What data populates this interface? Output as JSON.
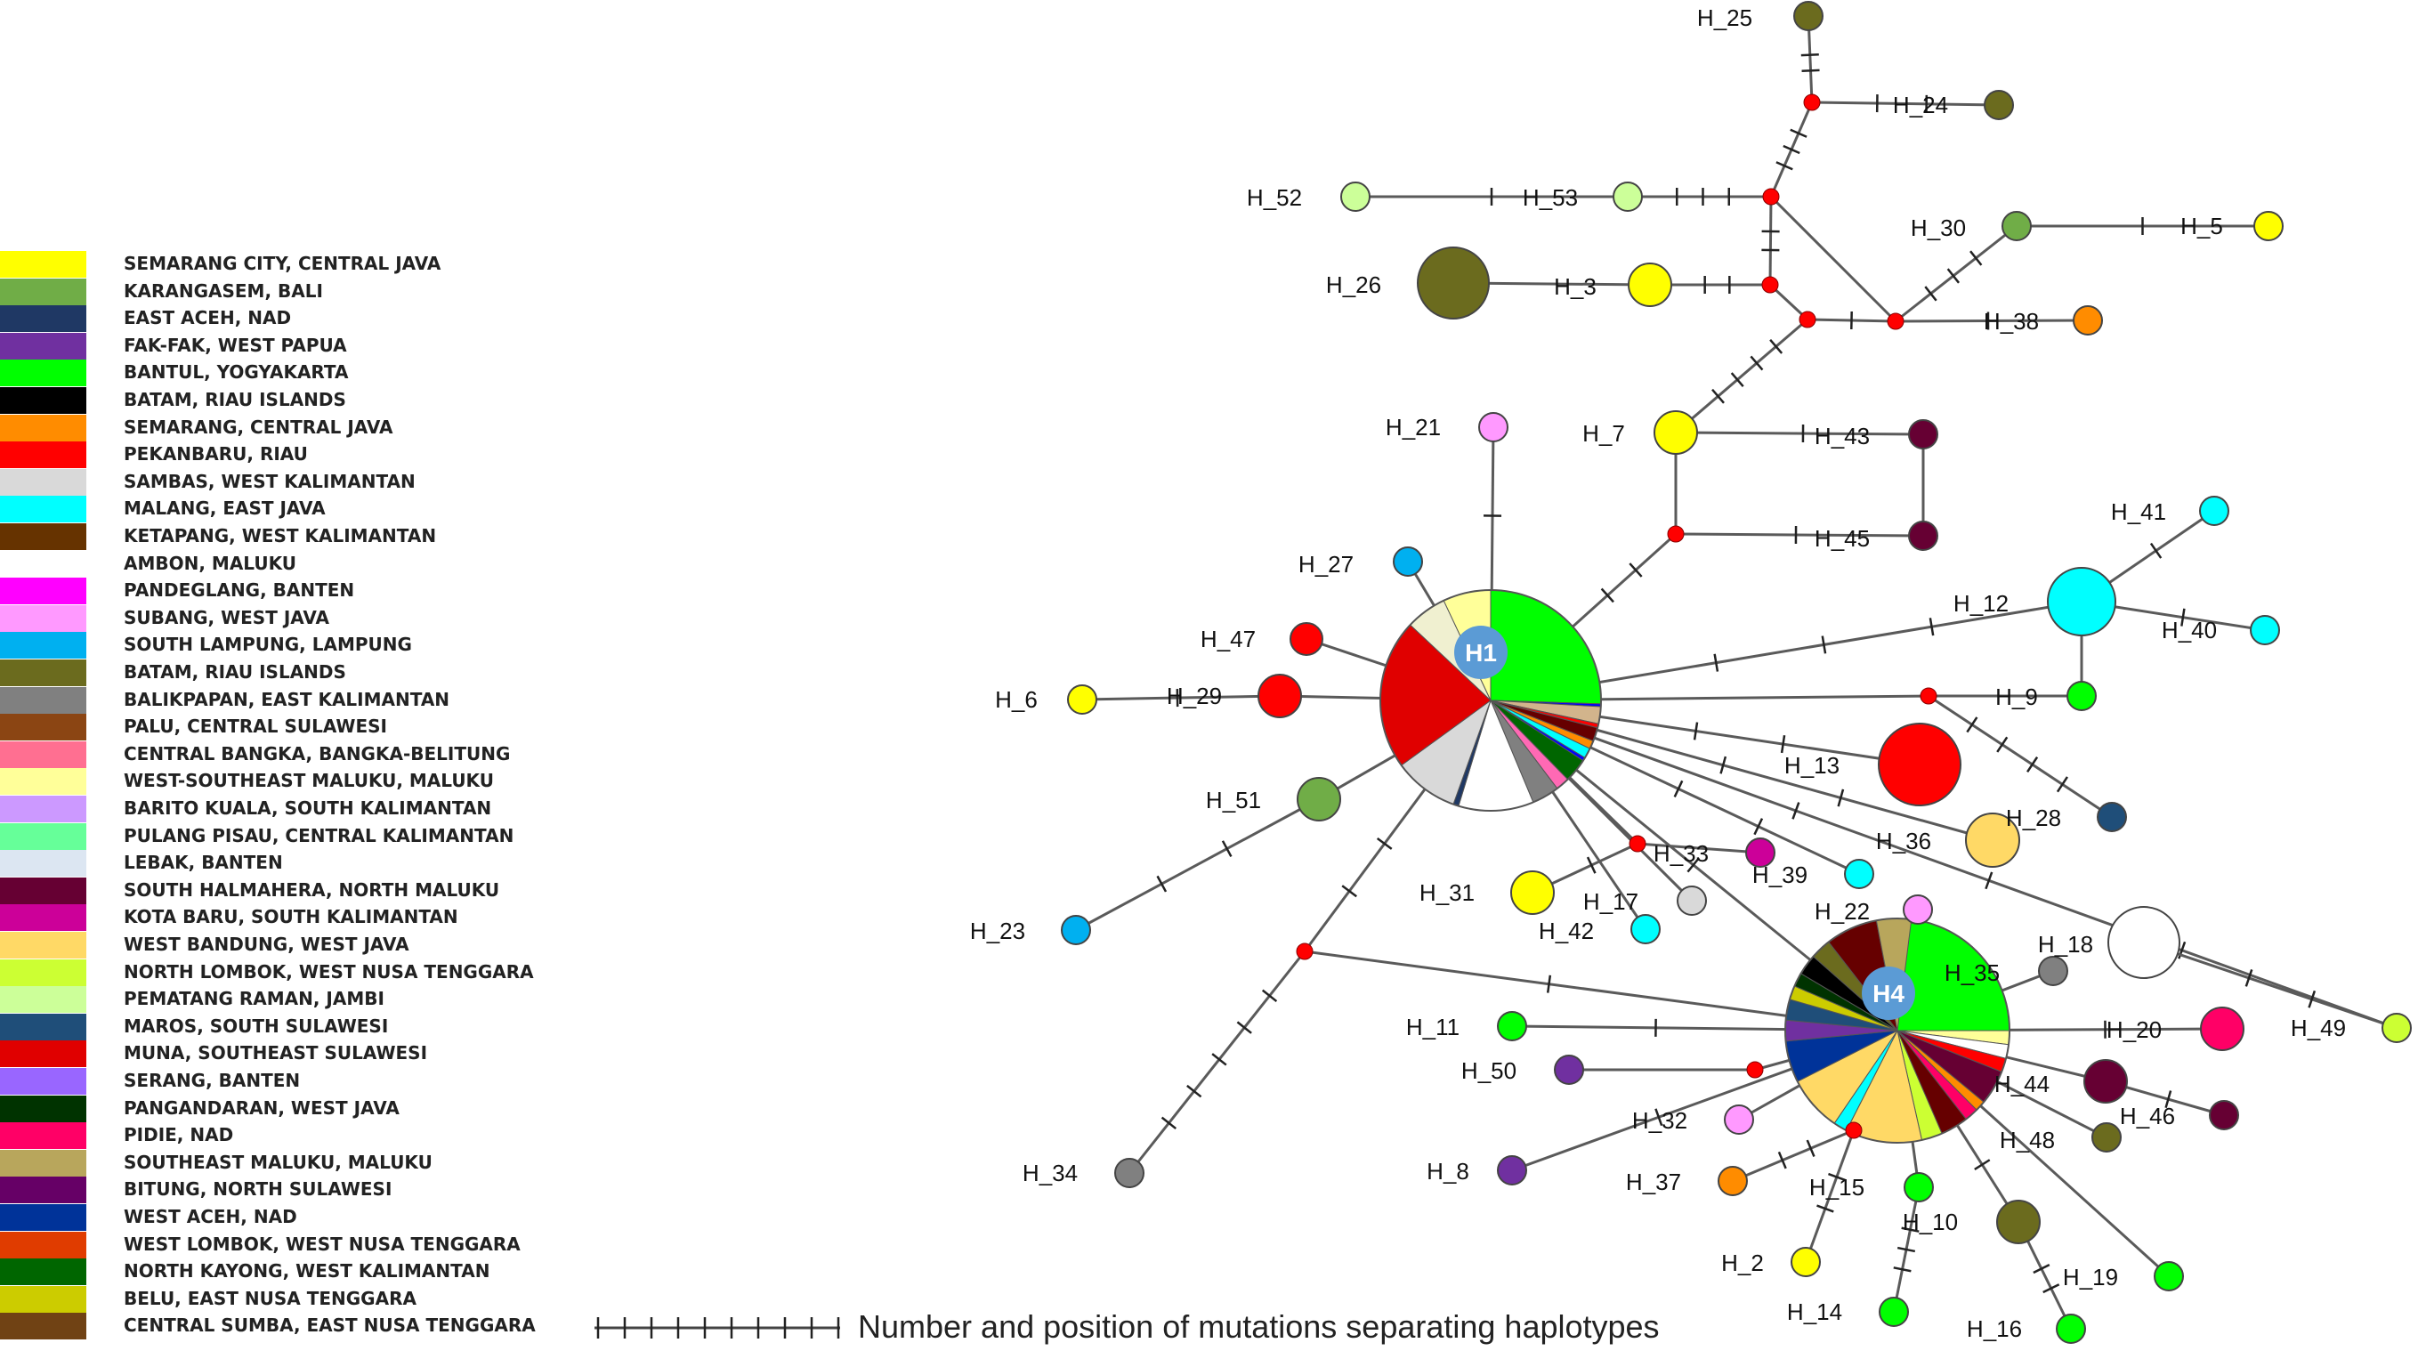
{
  "legend": [
    {
      "label": "SEMARANG CITY, CENTRAL JAVA",
      "color": "#ffff00"
    },
    {
      "label": "KARANGASEM, BALI",
      "color": "#70ad47"
    },
    {
      "label": "EAST ACEH, NAD",
      "color": "#1f3864"
    },
    {
      "label": "FAK-FAK, WEST PAPUA",
      "color": "#7030a0"
    },
    {
      "label": "BANTUL, YOGYAKARTA",
      "color": "#00ff00"
    },
    {
      "label": "BATAM, RIAU ISLANDS",
      "color": "#000000"
    },
    {
      "label": "SEMARANG, CENTRAL JAVA",
      "color": "#ff8c00"
    },
    {
      "label": "PEKANBARU, RIAU",
      "color": "#ff0000"
    },
    {
      "label": "SAMBAS, WEST KALIMANTAN",
      "color": "#d9d9d9"
    },
    {
      "label": "MALANG, EAST JAVA",
      "color": "#00ffff"
    },
    {
      "label": "KETAPANG, WEST KALIMANTAN",
      "color": "#663300"
    },
    {
      "label": "AMBON, MALUKU",
      "color": "#ffffff"
    },
    {
      "label": "PANDEGLANG, BANTEN",
      "color": "#ff00ff"
    },
    {
      "label": "SUBANG, WEST JAVA",
      "color": "#ff99ff"
    },
    {
      "label": "SOUTH LAMPUNG, LAMPUNG",
      "color": "#00b0f0"
    },
    {
      "label": "BATAM, RIAU ISLANDS",
      "color": "#6b6b1e"
    },
    {
      "label": "BALIKPAPAN, EAST KALIMANTAN",
      "color": "#808080"
    },
    {
      "label": "PALU, CENTRAL SULAWESI",
      "color": "#8b4513"
    },
    {
      "label": "CENTRAL BANGKA, BANGKA-BELITUNG",
      "color": "#ff6f91"
    },
    {
      "label": "WEST-SOUTHEAST MALUKU, MALUKU",
      "color": "#ffff99"
    },
    {
      "label": "BARITO KUALA, SOUTH KALIMANTAN",
      "color": "#cc99ff"
    },
    {
      "label": "PULANG PISAU, CENTRAL KALIMANTAN",
      "color": "#66ff99"
    },
    {
      "label": "LEBAK, BANTEN",
      "color": "#dce6f2"
    },
    {
      "label": "SOUTH HALMAHERA, NORTH MALUKU",
      "color": "#660033"
    },
    {
      "label": "KOTA BARU, SOUTH KALIMANTAN",
      "color": "#cc0099"
    },
    {
      "label": "WEST BANDUNG, WEST JAVA",
      "color": "#ffd966"
    },
    {
      "label": "NORTH LOMBOK, WEST NUSA TENGGARA",
      "color": "#ccff33"
    },
    {
      "label": "PEMATANG RAMAN, JAMBI",
      "color": "#ccff99"
    },
    {
      "label": "MAROS, SOUTH SULAWESI",
      "color": "#1f4e79"
    },
    {
      "label": "MUNA, SOUTHEAST SULAWESI",
      "color": "#e00000"
    },
    {
      "label": "SERANG, BANTEN",
      "color": "#9966ff"
    },
    {
      "label": "PANGANDARAN, WEST JAVA",
      "color": "#003300"
    },
    {
      "label": "PIDIE, NAD",
      "color": "#ff0066"
    },
    {
      "label": "SOUTHEAST MALUKU, MALUKU",
      "color": "#b8a65c"
    },
    {
      "label": "BITUNG, NORTH SULAWESI",
      "color": "#660066"
    },
    {
      "label": "WEST ACEH, NAD",
      "color": "#003399"
    },
    {
      "label": "WEST LOMBOK, WEST NUSA TENGGARA",
      "color": "#e03c00"
    },
    {
      "label": "NORTH KAYONG, WEST KALIMANTAN",
      "color": "#006600"
    },
    {
      "label": "BELU, EAST NUSA TENGGARA",
      "color": "#cccc00"
    },
    {
      "label": "CENTRAL SUMBA, EAST NUSA TENGGARA",
      "color": "#704214"
    }
  ],
  "scale_caption": "Number and position of mutations separating haplotypes",
  "network": {
    "hubs": [
      {
        "id": "H1",
        "label": "H1",
        "badge_color": "#5b9bd5"
      },
      {
        "id": "H4",
        "label": "H4",
        "badge_color": "#5b9bd5"
      }
    ],
    "haplotypes": [
      {
        "id": "H_2",
        "label": "H_2",
        "color": "#ffff00"
      },
      {
        "id": "H_3",
        "label": "H_3",
        "color": "#ffff00"
      },
      {
        "id": "H_5",
        "label": "H_5",
        "color": "#ffff00"
      },
      {
        "id": "H_6",
        "label": "H_6",
        "color": "#ffff00"
      },
      {
        "id": "H_7",
        "label": "H_7",
        "color": "#ffff00"
      },
      {
        "id": "H_8",
        "label": "H_8",
        "color": "#7030a0"
      },
      {
        "id": "H_9",
        "label": "H_9",
        "color": "#00ff00"
      },
      {
        "id": "H_10",
        "label": "H_10",
        "color": "#6b6b1e"
      },
      {
        "id": "H_11",
        "label": "H_11",
        "color": "#00ff00"
      },
      {
        "id": "H_12",
        "label": "H_12",
        "color": "#00ffff"
      },
      {
        "id": "H_13",
        "label": "H_13",
        "color": "#ff0000"
      },
      {
        "id": "H_14",
        "label": "H_14",
        "color": "#00ff00"
      },
      {
        "id": "H_15",
        "label": "H_15",
        "color": "#00ff00"
      },
      {
        "id": "H_16",
        "label": "H_16",
        "color": "#00ff00"
      },
      {
        "id": "H_17",
        "label": "H_17",
        "color": "#d9d9d9"
      },
      {
        "id": "H_18",
        "label": "H_18",
        "color": "#ffffff"
      },
      {
        "id": "H_19",
        "label": "H_19",
        "color": "#00ff00"
      },
      {
        "id": "H_20",
        "label": "H_20",
        "color": "#ff0066"
      },
      {
        "id": "H_21",
        "label": "H_21",
        "color": "#ff99ff"
      },
      {
        "id": "H_22",
        "label": "H_22",
        "color": "#ff99ff"
      },
      {
        "id": "H_23",
        "label": "H_23",
        "color": "#00b0f0"
      },
      {
        "id": "H_24",
        "label": "H_24",
        "color": "#6b6b1e"
      },
      {
        "id": "H_25",
        "label": "H_25",
        "color": "#6b6b1e"
      },
      {
        "id": "H_26",
        "label": "H_26",
        "color": "#6b6b1e"
      },
      {
        "id": "H_27",
        "label": "H_27",
        "color": "#00b0f0"
      },
      {
        "id": "H_28",
        "label": "H_28",
        "color": "#1f4e79"
      },
      {
        "id": "H_29",
        "label": "H_29",
        "color": "#ff0000"
      },
      {
        "id": "H_30",
        "label": "H_30",
        "color": "#70ad47"
      },
      {
        "id": "H_31",
        "label": "H_31",
        "color": "#ffff00"
      },
      {
        "id": "H_32",
        "label": "H_32",
        "color": "#ff99ff"
      },
      {
        "id": "H_33",
        "label": "H_33",
        "color": "#cc0099"
      },
      {
        "id": "H_34",
        "label": "H_34",
        "color": "#808080"
      },
      {
        "id": "H_35",
        "label": "H_35",
        "color": "#808080"
      },
      {
        "id": "H_36",
        "label": "H_36",
        "color": "#ffd966"
      },
      {
        "id": "H_37",
        "label": "H_37",
        "color": "#ff8c00"
      },
      {
        "id": "H_38",
        "label": "H_38",
        "color": "#ff8c00"
      },
      {
        "id": "H_39",
        "label": "H_39",
        "color": "#00ffff"
      },
      {
        "id": "H_40",
        "label": "H_40",
        "color": "#00ffff"
      },
      {
        "id": "H_41",
        "label": "H_41",
        "color": "#00ffff"
      },
      {
        "id": "H_42",
        "label": "H_42",
        "color": "#00ffff"
      },
      {
        "id": "H_43",
        "label": "H_43",
        "color": "#660033"
      },
      {
        "id": "H_44",
        "label": "H_44",
        "color": "#660033"
      },
      {
        "id": "H_45",
        "label": "H_45",
        "color": "#660033"
      },
      {
        "id": "H_46",
        "label": "H_46",
        "color": "#660033"
      },
      {
        "id": "H_47",
        "label": "H_47",
        "color": "#ff0000"
      },
      {
        "id": "H_48",
        "label": "H_48",
        "color": "#6b6b1e"
      },
      {
        "id": "H_49",
        "label": "H_49",
        "color": "#ccff33"
      },
      {
        "id": "H_50",
        "label": "H_50",
        "color": "#7030a0"
      },
      {
        "id": "H_51",
        "label": "H_51",
        "color": "#70ad47"
      },
      {
        "id": "H_52",
        "label": "H_52",
        "color": "#ccff99"
      },
      {
        "id": "H_53",
        "label": "H_53",
        "color": "#ccff99"
      }
    ],
    "edges": [
      {
        "from": "H_25",
        "to": "mv1",
        "mutations": 2
      },
      {
        "from": "mv1",
        "to": "H_24",
        "mutations": 2
      },
      {
        "from": "mv1",
        "to": "mv2",
        "mutations": 3
      },
      {
        "from": "H_52",
        "to": "H_53",
        "mutations": 1
      },
      {
        "from": "H_53",
        "to": "mv2",
        "mutations": 3
      },
      {
        "from": "mv2",
        "to": "mv3",
        "mutations": 2
      },
      {
        "from": "mv2",
        "to": "mv5",
        "mutations": 0
      },
      {
        "from": "H_26",
        "to": "H_3",
        "mutations": 0
      },
      {
        "from": "H_3",
        "to": "mv3",
        "mutations": 2
      },
      {
        "from": "mv3",
        "to": "mv4",
        "mutations": 0
      },
      {
        "from": "mv4",
        "to": "mv5",
        "mutations": 1
      },
      {
        "from": "mv5",
        "to": "H_30",
        "mutations": 3
      },
      {
        "from": "H_30",
        "to": "H_5",
        "mutations": 1
      },
      {
        "from": "mv5",
        "to": "H_38",
        "mutations": 1
      },
      {
        "from": "mv4",
        "to": "H_7",
        "mutations": 4
      },
      {
        "from": "H_7",
        "to": "H_43",
        "mutations": 1
      },
      {
        "from": "H_7",
        "to": "mv6",
        "mutations": 0
      },
      {
        "from": "mv6",
        "to": "H_45",
        "mutations": 1
      },
      {
        "from": "H_43",
        "to": "H_45",
        "mutations": 0
      },
      {
        "from": "mv6",
        "to": "H1",
        "mutations": 2
      },
      {
        "from": "H_21",
        "to": "H1",
        "mutations": 1
      },
      {
        "from": "H_27",
        "to": "H1",
        "mutations": 0
      },
      {
        "from": "H_47",
        "to": "H1",
        "mutations": 0
      },
      {
        "from": "H_6",
        "to": "H_29",
        "mutations": 1
      },
      {
        "from": "H_29",
        "to": "H1",
        "mutations": 0
      },
      {
        "from": "H_51",
        "to": "H1",
        "mutations": 0
      },
      {
        "from": "H_23",
        "to": "H_51",
        "mutations": 2
      },
      {
        "from": "H1",
        "to": "H_12",
        "mutations": 3
      },
      {
        "from": "H_12",
        "to": "H_41",
        "mutations": 1
      },
      {
        "from": "H_12",
        "to": "H_40",
        "mutations": 1
      },
      {
        "from": "H_12",
        "to": "H_9",
        "mutations": 0
      },
      {
        "from": "H1",
        "to": "mv7",
        "mutations": 0
      },
      {
        "from": "mv7",
        "to": "H_9",
        "mutations": 0
      },
      {
        "from": "mv7",
        "to": "H_28",
        "mutations": 4
      },
      {
        "from": "H1",
        "to": "H_13",
        "mutations": 2
      },
      {
        "from": "H1",
        "to": "H_36",
        "mutations": 2
      },
      {
        "from": "H1",
        "to": "H_39",
        "mutations": 2
      },
      {
        "from": "H1",
        "to": "H_49",
        "mutations": 3
      },
      {
        "from": "H1",
        "to": "mv8",
        "mutations": 0
      },
      {
        "from": "mv8",
        "to": "H_31",
        "mutations": 1
      },
      {
        "from": "mv8",
        "to": "H_33",
        "mutations": 0
      },
      {
        "from": "H1",
        "to": "H_17",
        "mutations": 0
      },
      {
        "from": "H1",
        "to": "H_42",
        "mutations": 0
      },
      {
        "from": "H1",
        "to": "H4",
        "mutations": 1
      },
      {
        "from": "H1",
        "to": "mv9",
        "mutations": 2
      },
      {
        "from": "mv9",
        "to": "H_34",
        "mutations": 5
      },
      {
        "from": "mv9",
        "to": "H4",
        "mutations": 1
      },
      {
        "from": "H_11",
        "to": "H4",
        "mutations": 1
      },
      {
        "from": "H_50",
        "to": "mv10",
        "mutations": 0
      },
      {
        "from": "mv10",
        "to": "H4",
        "mutations": 0
      },
      {
        "from": "H_8",
        "to": "H4",
        "mutations": 1
      },
      {
        "from": "H_32",
        "to": "H4",
        "mutations": 0
      },
      {
        "from": "H_37",
        "to": "mv11",
        "mutations": 2
      },
      {
        "from": "mv11",
        "to": "H4",
        "mutations": 0
      },
      {
        "from": "mv11",
        "to": "H_2",
        "mutations": 2
      },
      {
        "from": "H4",
        "to": "H_15",
        "mutations": 0
      },
      {
        "from": "H_15",
        "to": "H_14",
        "mutations": 3
      },
      {
        "from": "H4",
        "to": "H_10",
        "mutations": 1
      },
      {
        "from": "H_10",
        "to": "H_16",
        "mutations": 2
      },
      {
        "from": "H4",
        "to": "H_19",
        "mutations": 0
      },
      {
        "from": "H4",
        "to": "H_48",
        "mutations": 0
      },
      {
        "from": "H4",
        "to": "H_44",
        "mutations": 0
      },
      {
        "from": "H_44",
        "to": "H_46",
        "mutations": 1
      },
      {
        "from": "H4",
        "to": "H_20",
        "mutations": 1
      },
      {
        "from": "H4",
        "to": "H_35",
        "mutations": 0
      },
      {
        "from": "H4",
        "to": "H_22",
        "mutations": 0
      },
      {
        "from": "H_18",
        "to": "H_49",
        "mutations": 2
      }
    ]
  }
}
